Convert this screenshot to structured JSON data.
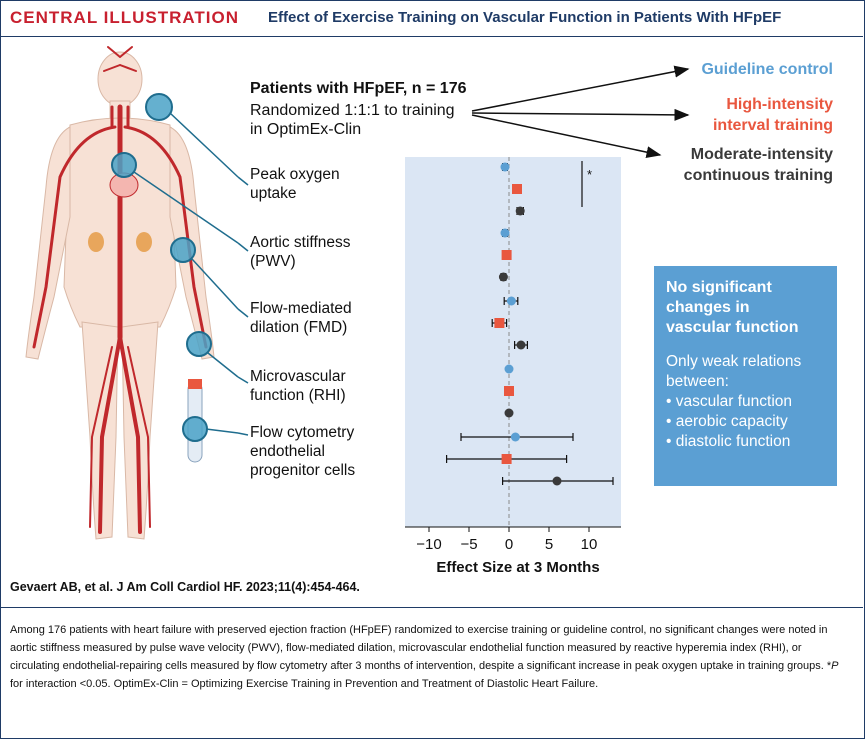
{
  "header": {
    "label": "CENTRAL ILLUSTRATION",
    "title": "Effect of Exercise Training on Vascular Function in Patients With HFpEF"
  },
  "study": {
    "line1": "Patients with HFpEF, n = 176",
    "line2": "Randomized 1:1:1 to training",
    "line3": "in OptimEx-Clin"
  },
  "arms": [
    {
      "line1": "Guideline control",
      "line2": "",
      "color": "#5b9fd3"
    },
    {
      "line1": "High-intensity",
      "line2": "interval training",
      "color": "#e9573f"
    },
    {
      "line1": "Moderate-intensity",
      "line2": "continuous training",
      "color": "#3a3a3a"
    }
  ],
  "outcomes": [
    {
      "line1": "Peak oxygen",
      "line2": "uptake",
      "line3": ""
    },
    {
      "line1": "Aortic stiffness",
      "line2": "(PWV)",
      "line3": ""
    },
    {
      "line1": "Flow-mediated",
      "line2": "dilation (FMD)",
      "line3": ""
    },
    {
      "line1": "Microvascular",
      "line2": "function (RHI)",
      "line3": ""
    },
    {
      "line1": "Flow cytometry",
      "line2": "endothelial",
      "line3": "progenitor cells"
    }
  ],
  "findings": {
    "head_line1": "No significant",
    "head_line2": "changes in",
    "head_line3": "vascular function",
    "sub_line1": "Only weak relations",
    "sub_line2": "between:",
    "bullets": [
      "• vascular function",
      "• aerobic capacity",
      "• diastolic function"
    ]
  },
  "citation": "Gevaert AB, et al. J Am Coll Cardiol HF. 2023;11(4):454-464.",
  "caption": {
    "text1": "Among 176 patients with heart failure with preserved ejection fraction (HFpEF) randomized to exercise training or guideline control, no significant changes were noted in aortic stiffness measured by pulse wave velocity (PWV), flow-mediated dilation, microvascular endothelial function measured by reactive hyperemia index (RHI), or circulating endothelial-repairing cells measured by flow cytometry after 3 months of intervention, despite a significant increase in peak oxygen uptake in training groups. *",
    "p_italic": "P",
    "text2": " for interaction <0.05. OptimEx-Clin = Optimizing Exercise Training in Prevention and Treatment of Diastolic Heart Failure."
  },
  "chart_data": {
    "type": "forest",
    "xlabel": "Effect Size at 3 Months",
    "xlim": [
      -13,
      14
    ],
    "xticks": [
      "−10",
      "−5",
      "0",
      "5",
      "10"
    ],
    "xtick_values": [
      -10,
      -5,
      0,
      5,
      10
    ],
    "background": "#dbe6f4",
    "significance_label": "*",
    "groups": [
      {
        "outcome": "Peak oxygen uptake",
        "points": [
          {
            "arm": "Guideline control",
            "est": -0.5,
            "lo": -0.8,
            "hi": -0.2
          },
          {
            "arm": "High-intensity interval training",
            "est": 1.0,
            "lo": 0.6,
            "hi": 1.4
          },
          {
            "arm": "Moderate-intensity continuous training",
            "est": 1.4,
            "lo": 1.0,
            "hi": 1.8
          }
        ]
      },
      {
        "outcome": "Aortic stiffness (PWV)",
        "points": [
          {
            "arm": "Guideline control",
            "est": -0.5,
            "lo": -0.8,
            "hi": -0.2
          },
          {
            "arm": "High-intensity interval training",
            "est": -0.3,
            "lo": -0.6,
            "hi": 0.0
          },
          {
            "arm": "Moderate-intensity continuous training",
            "est": -0.7,
            "lo": -1.0,
            "hi": -0.4
          }
        ]
      },
      {
        "outcome": "Flow-mediated dilation (FMD)",
        "points": [
          {
            "arm": "Guideline control",
            "est": 0.3,
            "lo": -0.6,
            "hi": 1.1
          },
          {
            "arm": "High-intensity interval training",
            "est": -1.2,
            "lo": -2.1,
            "hi": -0.3
          },
          {
            "arm": "Moderate-intensity continuous training",
            "est": 1.5,
            "lo": 0.7,
            "hi": 2.3
          }
        ]
      },
      {
        "outcome": "Microvascular function (RHI)",
        "points": [
          {
            "arm": "Guideline control",
            "est": 0.0,
            "lo": -0.1,
            "hi": 0.1
          },
          {
            "arm": "High-intensity interval training",
            "est": 0.0,
            "lo": -0.1,
            "hi": 0.1
          },
          {
            "arm": "Moderate-intensity continuous training",
            "est": 0.0,
            "lo": -0.1,
            "hi": 0.1
          }
        ]
      },
      {
        "outcome": "Flow cytometry endothelial progenitor cells",
        "points": [
          {
            "arm": "Guideline control",
            "est": 0.8,
            "lo": -6.0,
            "hi": 8.0
          },
          {
            "arm": "High-intensity interval training",
            "est": -0.3,
            "lo": -7.8,
            "hi": 7.2
          },
          {
            "arm": "Moderate-intensity continuous training",
            "est": 6.0,
            "lo": -0.8,
            "hi": 13.0
          }
        ]
      }
    ]
  }
}
